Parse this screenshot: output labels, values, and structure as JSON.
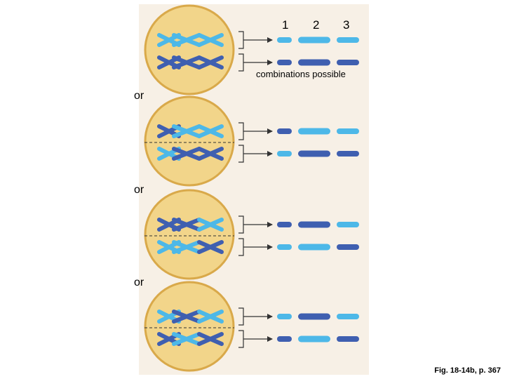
{
  "column_numbers": [
    "1",
    "2",
    "3"
  ],
  "combination_label": "combinations possible",
  "or_labels": [
    "or",
    "or",
    "or"
  ],
  "figure_caption": "Fig. 18-14b, p. 367",
  "colors": {
    "panel_background": "#f7f0e6",
    "cell_fill": "#f2d58a",
    "cell_outline": "#d9a94a",
    "chromosome_light": "#4db8e8",
    "chromosome_dark": "#3f5fb0",
    "arrow": "#333333"
  },
  "diagram": {
    "cells": [
      {
        "name": "cell-1",
        "row_a": [
          "light",
          "light",
          "light"
        ],
        "row_b": [
          "dark",
          "dark",
          "dark"
        ],
        "bars_a": [
          "light",
          "light",
          "light"
        ],
        "bars_b": [
          "dark",
          "dark",
          "dark"
        ],
        "equator_line": false
      },
      {
        "name": "cell-2",
        "row_a": [
          "dark",
          "light",
          "light"
        ],
        "row_b": [
          "light",
          "dark",
          "dark"
        ],
        "bars_a": [
          "dark",
          "light",
          "light"
        ],
        "bars_b": [
          "light",
          "dark",
          "dark"
        ],
        "equator_line": true
      },
      {
        "name": "cell-3",
        "row_a": [
          "dark",
          "dark",
          "light"
        ],
        "row_b": [
          "light",
          "light",
          "dark"
        ],
        "bars_a": [
          "dark",
          "dark",
          "light"
        ],
        "bars_b": [
          "light",
          "light",
          "dark"
        ],
        "equator_line": true
      },
      {
        "name": "cell-4",
        "row_a": [
          "light",
          "dark",
          "light"
        ],
        "row_b": [
          "dark",
          "light",
          "dark"
        ],
        "bars_a": [
          "light",
          "dark",
          "light"
        ],
        "bars_b": [
          "dark",
          "light",
          "dark"
        ],
        "equator_line": true
      }
    ]
  }
}
